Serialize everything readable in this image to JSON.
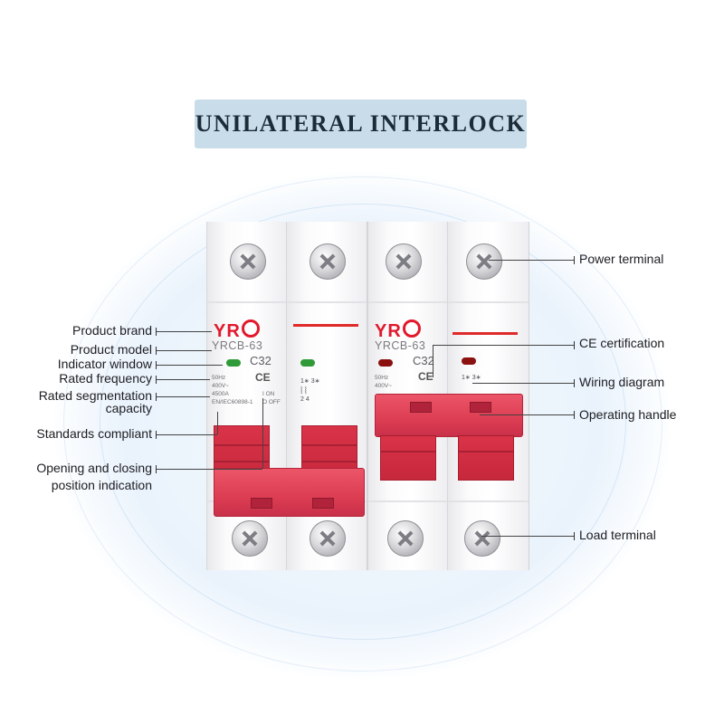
{
  "banner": {
    "title": "UNILATERAL INTERLOCK"
  },
  "breaker": {
    "brand": "YR",
    "model": "YRCB-63",
    "rating": "C32",
    "ce_mark": "CE",
    "spec_lines": [
      "50Hz",
      "400V~",
      "4500A",
      "EN/IEC60898-1"
    ],
    "on_off": [
      "I ON",
      "O OFF"
    ],
    "wiring_top": "1∗ 3∗",
    "wiring_bottom": "2  4",
    "indicators": {
      "left": "green",
      "right": "red"
    }
  },
  "labels_left": {
    "product_brand": "Product brand",
    "product_model": "Product model",
    "indicator_window": "Indicator window",
    "rated_frequency": "Rated frequency",
    "rated_segmentation_1": "Rated segmentation",
    "rated_segmentation_2": "capacity",
    "standards_compliant": "Standards compliant",
    "opening_closing_1": "Opening and closing",
    "opening_closing_2": "position indication"
  },
  "labels_right": {
    "power_terminal": "Power terminal",
    "ce_certification": "CE certification",
    "wiring_diagram": "Wiring diagram",
    "operating_handle": "Operating handle",
    "load_terminal": "Load terminal"
  },
  "colors": {
    "banner_bg": "#c8dce9",
    "brand_red": "#e2192c",
    "handle_red": "#dc3d52",
    "indicator_green": "#2f9a37",
    "indicator_red": "#8b1010"
  }
}
